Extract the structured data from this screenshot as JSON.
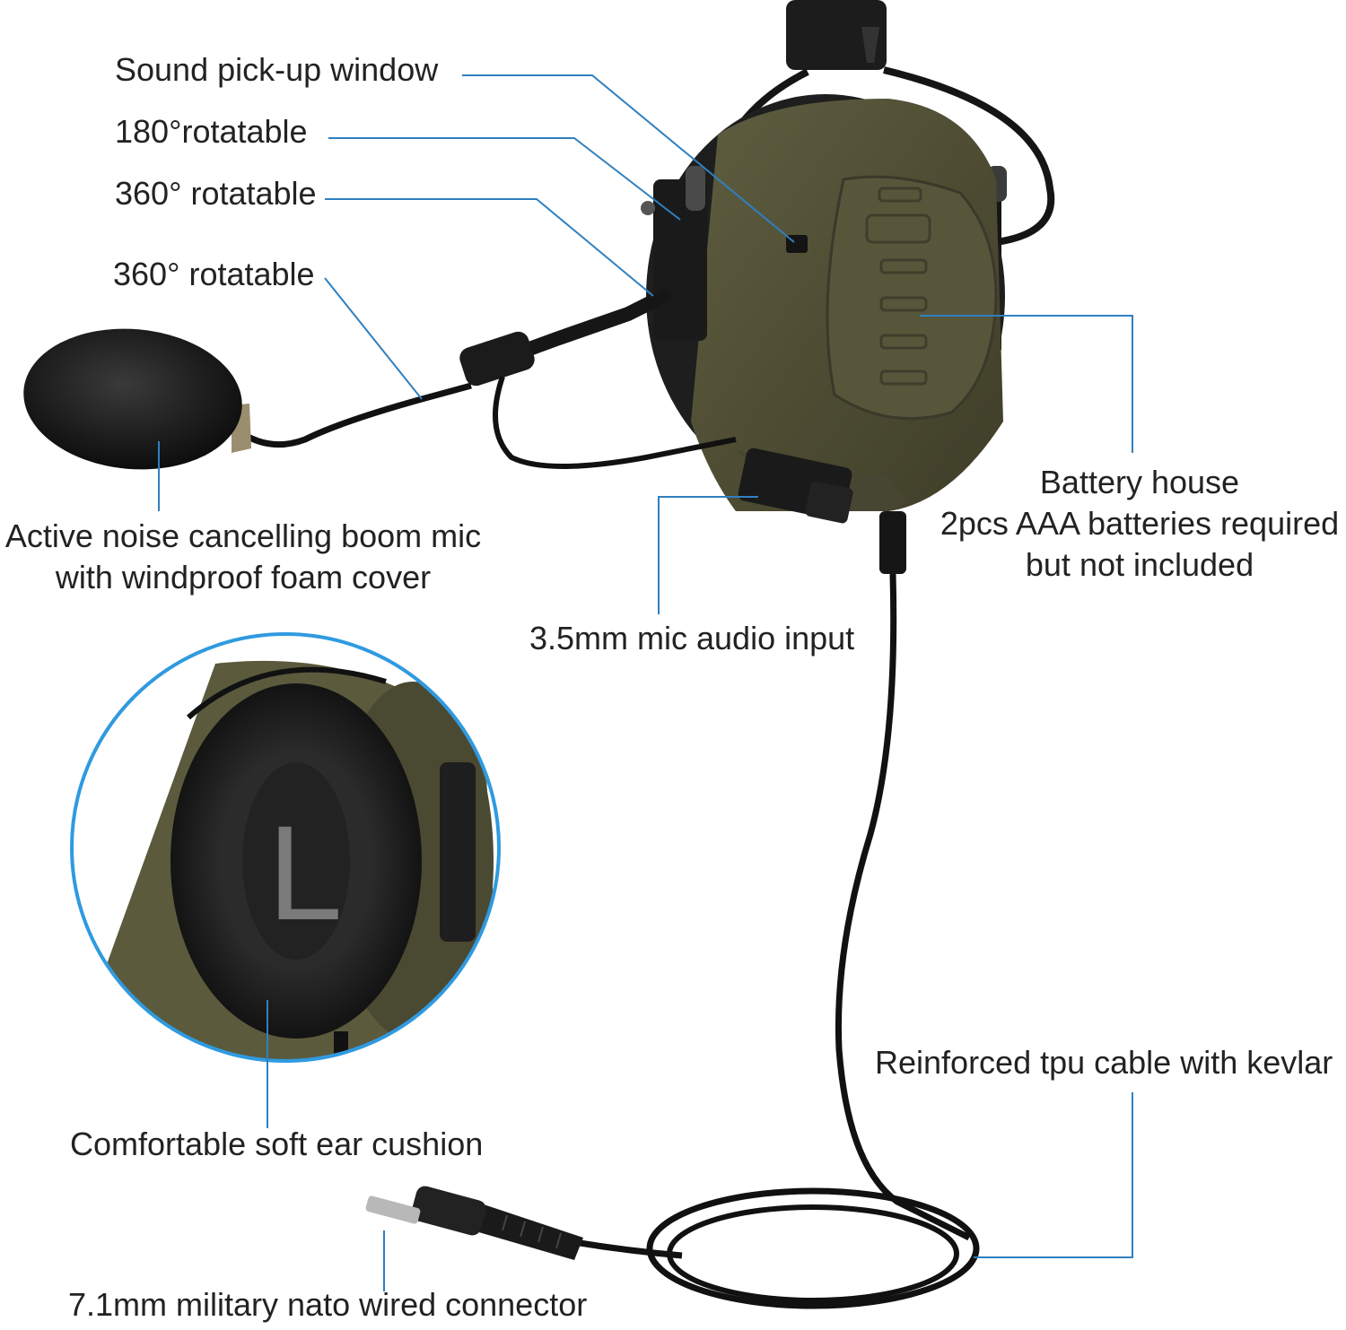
{
  "labels": {
    "sound_window": "Sound pick-up window",
    "rot_180": "180°rotatable",
    "rot_360_a": "360° rotatable",
    "rot_360_b": "360° rotatable",
    "boom_mic_1": "Active noise cancelling boom mic",
    "boom_mic_2": "with windproof foam cover",
    "battery_1": "Battery house",
    "battery_2": "2pcs AAA batteries required",
    "battery_3": "but not included",
    "mic_input": "3.5mm mic audio input",
    "cable": "Reinforced tpu cable with kevlar",
    "cushion": "Comfortable soft ear cushion",
    "connector": "7.1mm military nato wired connector",
    "ear_side_letter": "L"
  },
  "colors": {
    "earcup_green": "#4f4e35",
    "earcup_dark": "#3c3c28",
    "leader_line": "#2f80c0",
    "circle_ring": "#2f9ae0",
    "foam_black": "#1a1a1a",
    "cable_black": "#111111"
  },
  "icons": {
    "headset": "tactical-headset-illustration",
    "connector": "nato-plug-illustration"
  }
}
